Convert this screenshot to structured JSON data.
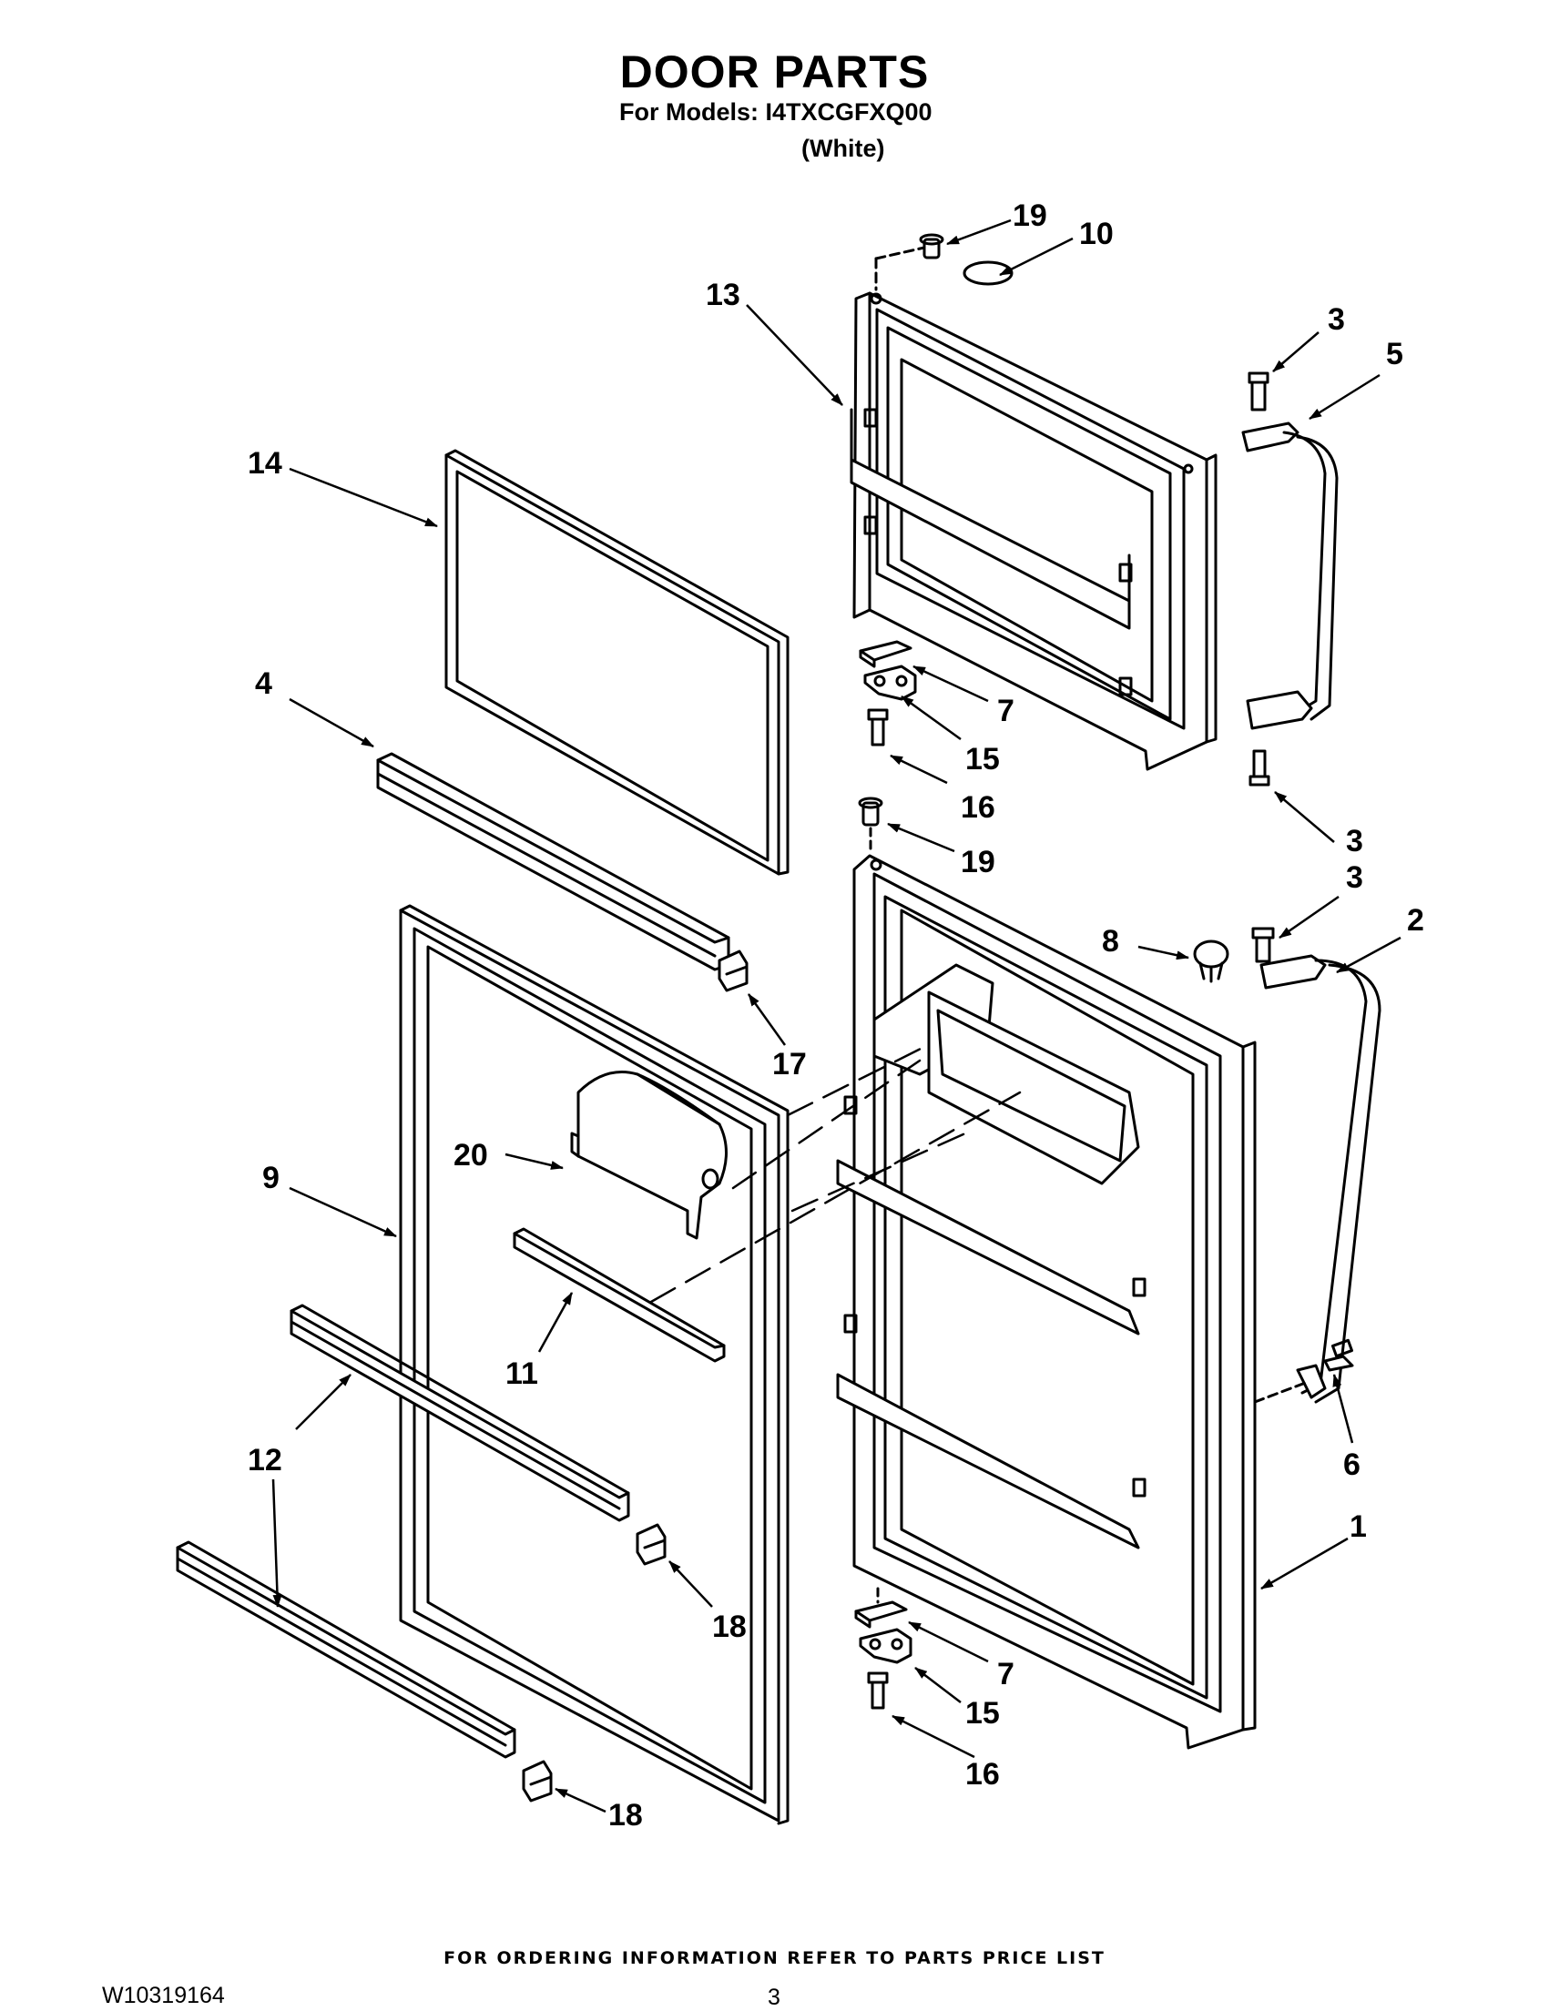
{
  "header": {
    "title": "DOOR PARTS",
    "models": "For Models: I4TXCGFXQ00",
    "variant": "(White)"
  },
  "callouts": [
    {
      "id": "c19a",
      "label": "19"
    },
    {
      "id": "c10",
      "label": "10"
    },
    {
      "id": "c13",
      "label": "13"
    },
    {
      "id": "c3a",
      "label": "3"
    },
    {
      "id": "c5",
      "label": "5"
    },
    {
      "id": "c14",
      "label": "14"
    },
    {
      "id": "c4",
      "label": "4"
    },
    {
      "id": "c7a",
      "label": "7"
    },
    {
      "id": "c15a",
      "label": "15"
    },
    {
      "id": "c16a",
      "label": "16"
    },
    {
      "id": "c3b",
      "label": "3"
    },
    {
      "id": "c19b",
      "label": "19"
    },
    {
      "id": "c3c",
      "label": "3"
    },
    {
      "id": "c2",
      "label": "2"
    },
    {
      "id": "c8",
      "label": "8"
    },
    {
      "id": "c17",
      "label": "17"
    },
    {
      "id": "c20",
      "label": "20"
    },
    {
      "id": "c9",
      "label": "9"
    },
    {
      "id": "c11",
      "label": "11"
    },
    {
      "id": "c12",
      "label": "12"
    },
    {
      "id": "c6",
      "label": "6"
    },
    {
      "id": "c1",
      "label": "1"
    },
    {
      "id": "c18a",
      "label": "18"
    },
    {
      "id": "c7b",
      "label": "7"
    },
    {
      "id": "c15b",
      "label": "15"
    },
    {
      "id": "c16b",
      "label": "16"
    },
    {
      "id": "c18b",
      "label": "18"
    }
  ],
  "footer": {
    "note": "FOR ORDERING INFORMATION REFER TO PARTS PRICE LIST",
    "doc_number": "W10319164",
    "page_number": "3"
  }
}
